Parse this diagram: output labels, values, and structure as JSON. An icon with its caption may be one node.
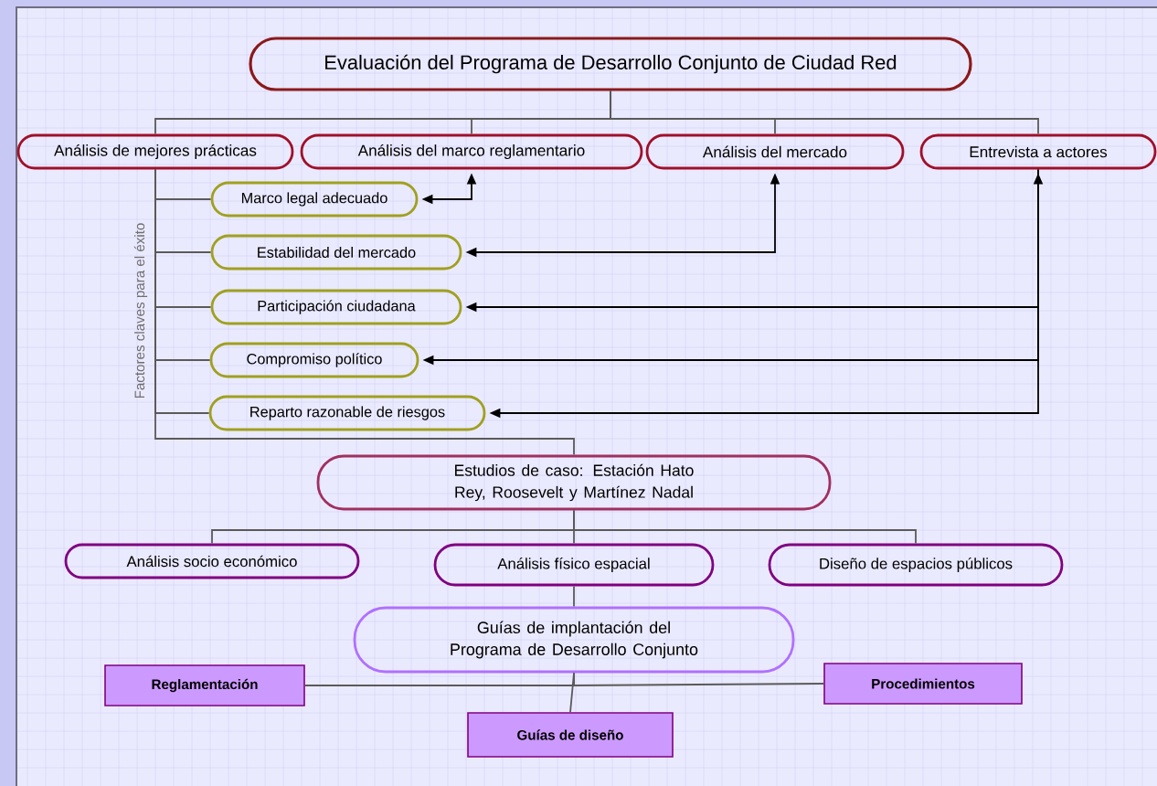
{
  "diagram": {
    "nodes": [
      {
        "text": [
          "Evaluación del Programa de Desarrollo Conjunto de Ciudad Red"
        ]
      },
      {
        "text": [
          "Análisis de mejores prácticas"
        ]
      },
      {
        "text": [
          "Análisis del marco reglamentario"
        ]
      },
      {
        "text": [
          "Análisis del mercado"
        ]
      },
      {
        "text": [
          "Entrevista a actores"
        ]
      },
      {
        "text": [
          "Marco legal adecuado"
        ]
      },
      {
        "text": [
          "Estabilidad del mercado"
        ]
      },
      {
        "text": [
          "Participación ciudadana"
        ]
      },
      {
        "text": [
          "Compromiso político"
        ]
      },
      {
        "text": [
          "Reparto razonable de riesgos"
        ]
      },
      {
        "text": [
          "Estudios de caso: Estación Hato Rey, Roosevelt y Martínez Nadal"
        ]
      },
      {
        "text": [
          "Análisis socio económico"
        ]
      },
      {
        "text": [
          "Análisis físico espacial"
        ]
      },
      {
        "text": [
          "Diseño de espacios públicos"
        ]
      },
      {
        "text": [
          "Guías de implantación del Programa de Desarrollo Conjunto"
        ]
      },
      {
        "text": [
          "Reglamentación"
        ]
      },
      {
        "text": [
          "Procedimientos"
        ]
      },
      {
        "text": [
          "Guías de diseño"
        ]
      }
    ],
    "edges": [
      {
        "from": 0,
        "to": 1,
        "arrow": "none"
      },
      {
        "from": 0,
        "to": 2,
        "arrow": "none"
      },
      {
        "from": 0,
        "to": 3,
        "arrow": "none"
      },
      {
        "from": 0,
        "to": 4,
        "arrow": "none"
      },
      {
        "from": 1,
        "to": 5,
        "arrow": "none"
      },
      {
        "from": 1,
        "to": 6,
        "arrow": "none"
      },
      {
        "from": 1,
        "to": 7,
        "arrow": "none"
      },
      {
        "from": 1,
        "to": 8,
        "arrow": "none"
      },
      {
        "from": 1,
        "to": 9,
        "arrow": "none"
      },
      {
        "from": 1,
        "to": 10,
        "arrow": "none"
      },
      {
        "from": 2,
        "to": 5,
        "arrow": "both",
        "color": "#000000"
      },
      {
        "from": 3,
        "to": 6,
        "arrow": "both",
        "color": "#000000"
      },
      {
        "from": 4,
        "to": 7,
        "arrow": "both",
        "color": "#000000"
      },
      {
        "from": 4,
        "to": 8,
        "arrow": "to",
        "color": "#000000"
      },
      {
        "from": 4,
        "to": 9,
        "arrow": "to",
        "color": "#000000"
      },
      {
        "from": 10,
        "to": 11,
        "arrow": "none"
      },
      {
        "from": 10,
        "to": 12,
        "arrow": "none"
      },
      {
        "from": 10,
        "to": 13,
        "arrow": "none"
      },
      {
        "from": 12,
        "to": 14,
        "arrow": "none"
      },
      {
        "from": 14,
        "to": 15,
        "arrow": "none"
      },
      {
        "from": 14,
        "to": 16,
        "arrow": "none"
      },
      {
        "from": 14,
        "to": 17,
        "arrow": "none"
      }
    ],
    "labels": [
      "Factores claves para el éxito"
    ]
  }
}
